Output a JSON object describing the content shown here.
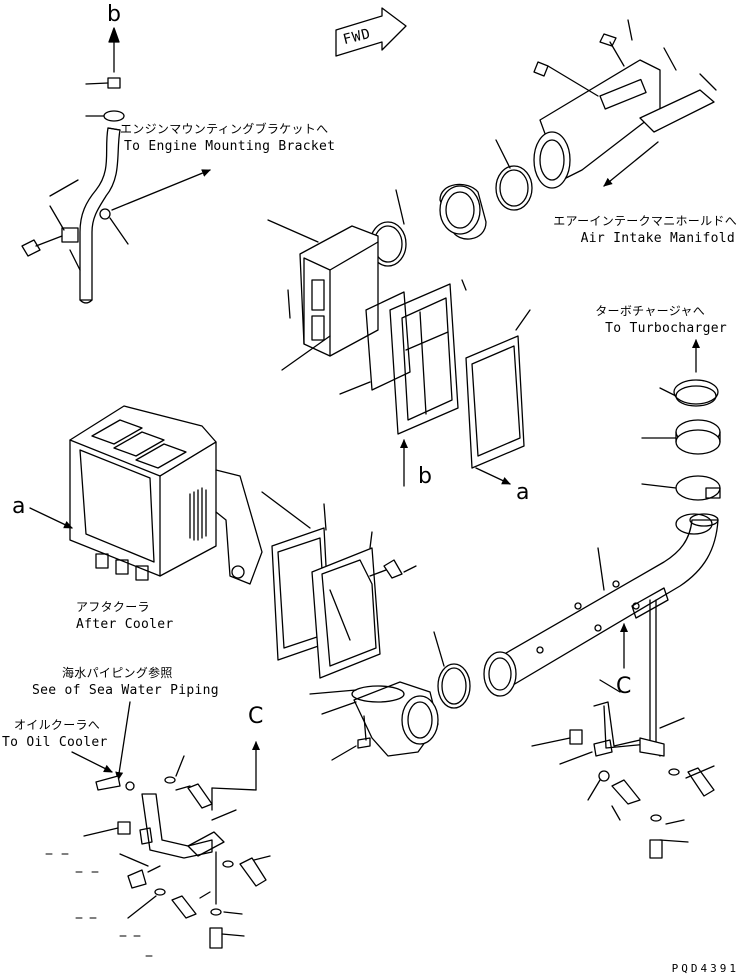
{
  "labels": {
    "fwd": "FWD",
    "engine_mount_jp": "エンジンマウンティングブラケットへ",
    "engine_mount_en": "To Engine Mounting Bracket",
    "air_intake_jp": "エアーインテークマニホールドへ",
    "air_intake_en": "Air Intake Manifold",
    "turbo_jp": "ターボチャージャへ",
    "turbo_en": "To Turbocharger",
    "aftercooler_jp": "アフタクーラ",
    "aftercooler_en": "After Cooler",
    "sea_water_jp": "海水パイピング参照",
    "sea_water_en": "See of Sea Water Piping",
    "oil_cooler_jp": "オイルクーラへ",
    "oil_cooler_en": "To Oil Cooler"
  },
  "markers": {
    "b_top": "b",
    "b_mid": "b",
    "a_left": "a",
    "a_right": "a",
    "c_bottom_left": "C",
    "c_right": "C"
  },
  "drawing_code": "PQD4391"
}
